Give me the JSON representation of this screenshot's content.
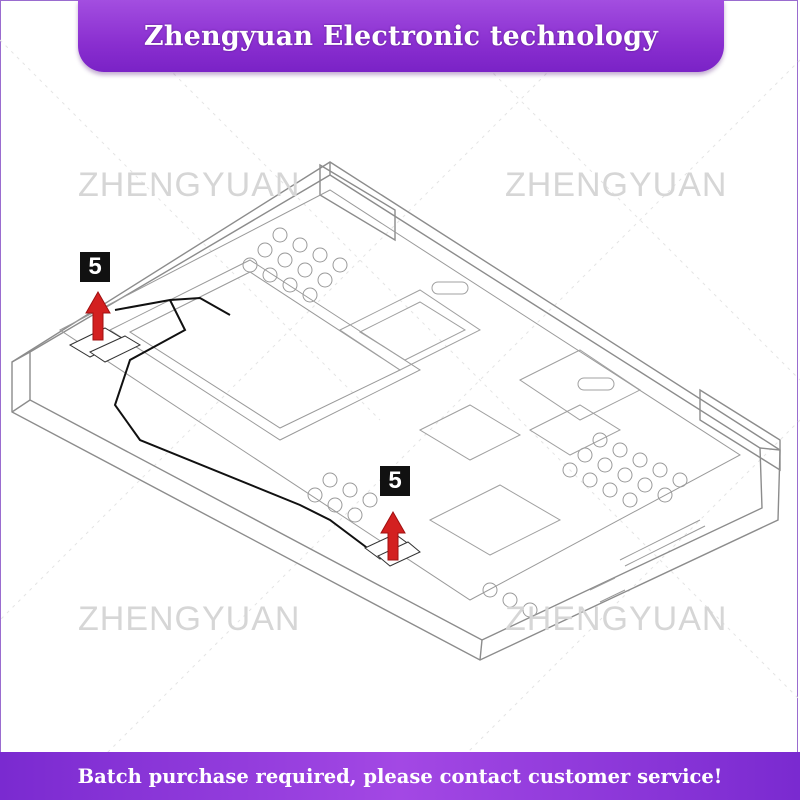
{
  "header": {
    "company_name": "Zhengyuan Electronic technology"
  },
  "footer": {
    "notice": "Batch purchase required, please contact customer service!"
  },
  "watermarks": [
    "ZHENGYUAN",
    "ZHENGYUAN",
    "ZHENGYUAN",
    "ZHENGYUAN"
  ],
  "callouts": [
    {
      "label": "5"
    },
    {
      "label": "5"
    }
  ],
  "colors": {
    "banner_purple": "#8a2fd0",
    "arrow_red": "#d32020",
    "line_gray": "#8c8c8c"
  }
}
